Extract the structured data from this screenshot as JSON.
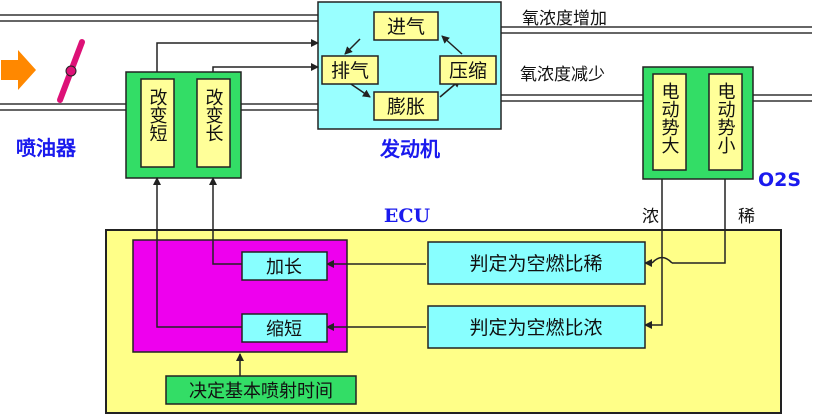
{
  "engine": {
    "label": "发动机",
    "strokes": {
      "intake": "进气",
      "compression": "压缩",
      "power": "膨胀",
      "exhaust": "排气"
    }
  },
  "injector": {
    "label": "喷油器",
    "shorten": "改变短",
    "lengthen": "改变长"
  },
  "o2_sensor": {
    "label": "O2S",
    "emf_high": "电动势大",
    "emf_low": "电动势小"
  },
  "exhaust_notes": {
    "increase": "氧浓度增加",
    "decrease": "氧浓度减少"
  },
  "signals": {
    "rich": "浓",
    "lean": "稀"
  },
  "ecu": {
    "label": "ECU",
    "lengthen": "加长",
    "shorten": "缩短",
    "judge_lean": "判定为空燃比稀",
    "judge_rich": "判定为空燃比浓",
    "base_time": "决定基本喷射时间"
  },
  "colors": {
    "ecu_fill": "#ffff88",
    "engine_fill": "#99ffff",
    "injector_fill": "#33dd66",
    "inner_fill": "#ffff99",
    "control_fill": "#ee00ee",
    "judge_fill": "#88ffff",
    "accent_blue": "#1a1aee",
    "arrow_orange": "#ff8800"
  }
}
